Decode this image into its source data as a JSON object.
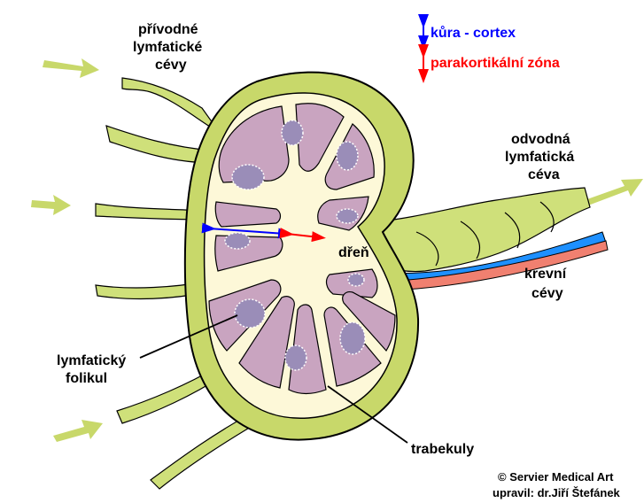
{
  "labels": {
    "afferent_line1": "přívodné",
    "afferent_line2": "lymfatické",
    "afferent_line3": "cévy",
    "efferent_line1": "odvodná",
    "efferent_line2": "lymfatická",
    "efferent_line3": "céva",
    "medulla": "dřeň",
    "blood_line1": "krevní",
    "blood_line2": "cévy",
    "follicle_line1": "lymfatický",
    "follicle_line2": "folikul",
    "trabeculae": "trabekuly"
  },
  "legend": {
    "cortex": "kůra - cortex",
    "paracortex": "parakortikální zóna"
  },
  "credits": {
    "line1": "© Servier Medical Art",
    "line2": "upravil: dr.Jiří Štefánek"
  },
  "colors": {
    "capsule": "#c8d86a",
    "cortex_fill": "#fdf8d8",
    "follicle": "#c9a4c0",
    "germinal_center": "#9a8db8",
    "vessel_fill": "#cfe07a",
    "arrow": "#c8d86a",
    "cortex_marker": "#0000ff",
    "paracortex_marker": "#ff0000",
    "vein": "#1e90ff",
    "artery": "#f08070"
  }
}
